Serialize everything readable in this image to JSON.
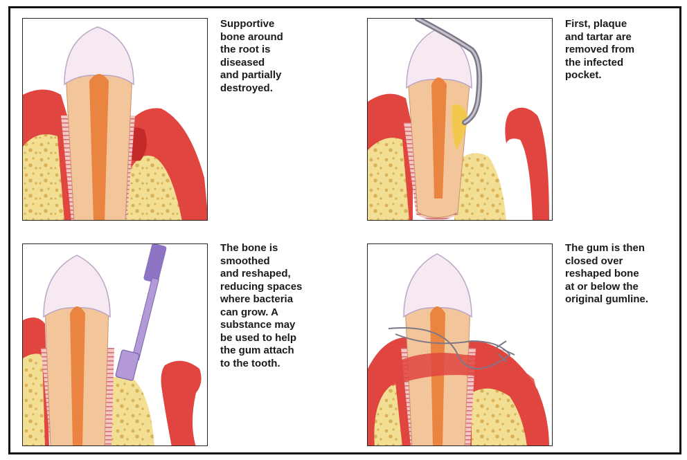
{
  "steps": [
    {
      "caption": "Supportive\nbone around\nthe root is\ndiseased\nand partially\ndestroyed."
    },
    {
      "caption": "First, plaque\nand tartar are\nremoved from\nthe infected\npocket."
    },
    {
      "caption": "The bone is\nsmoothed\nand reshaped,\nreducing spaces\nwhere bacteria\ncan grow. A\nsubstance may\nbe used to help\nthe gum attach\nto the tooth."
    },
    {
      "caption": "The gum is then\nclosed over\nreshaped bone\nat or below the\noriginal gumline."
    }
  ],
  "colors": {
    "gum": "#e0453f",
    "gum_dark": "#c42a2a",
    "bone": "#f2df93",
    "bone_spots": "#d9b25a",
    "enamel": "#f6e9f1",
    "dentin": "#f3c59a",
    "pulp": "#e98540",
    "ligament": "#d96a74",
    "tartar": "#f2c94c",
    "instrument": "#b39ad6",
    "scaler": "#9a95a3"
  }
}
